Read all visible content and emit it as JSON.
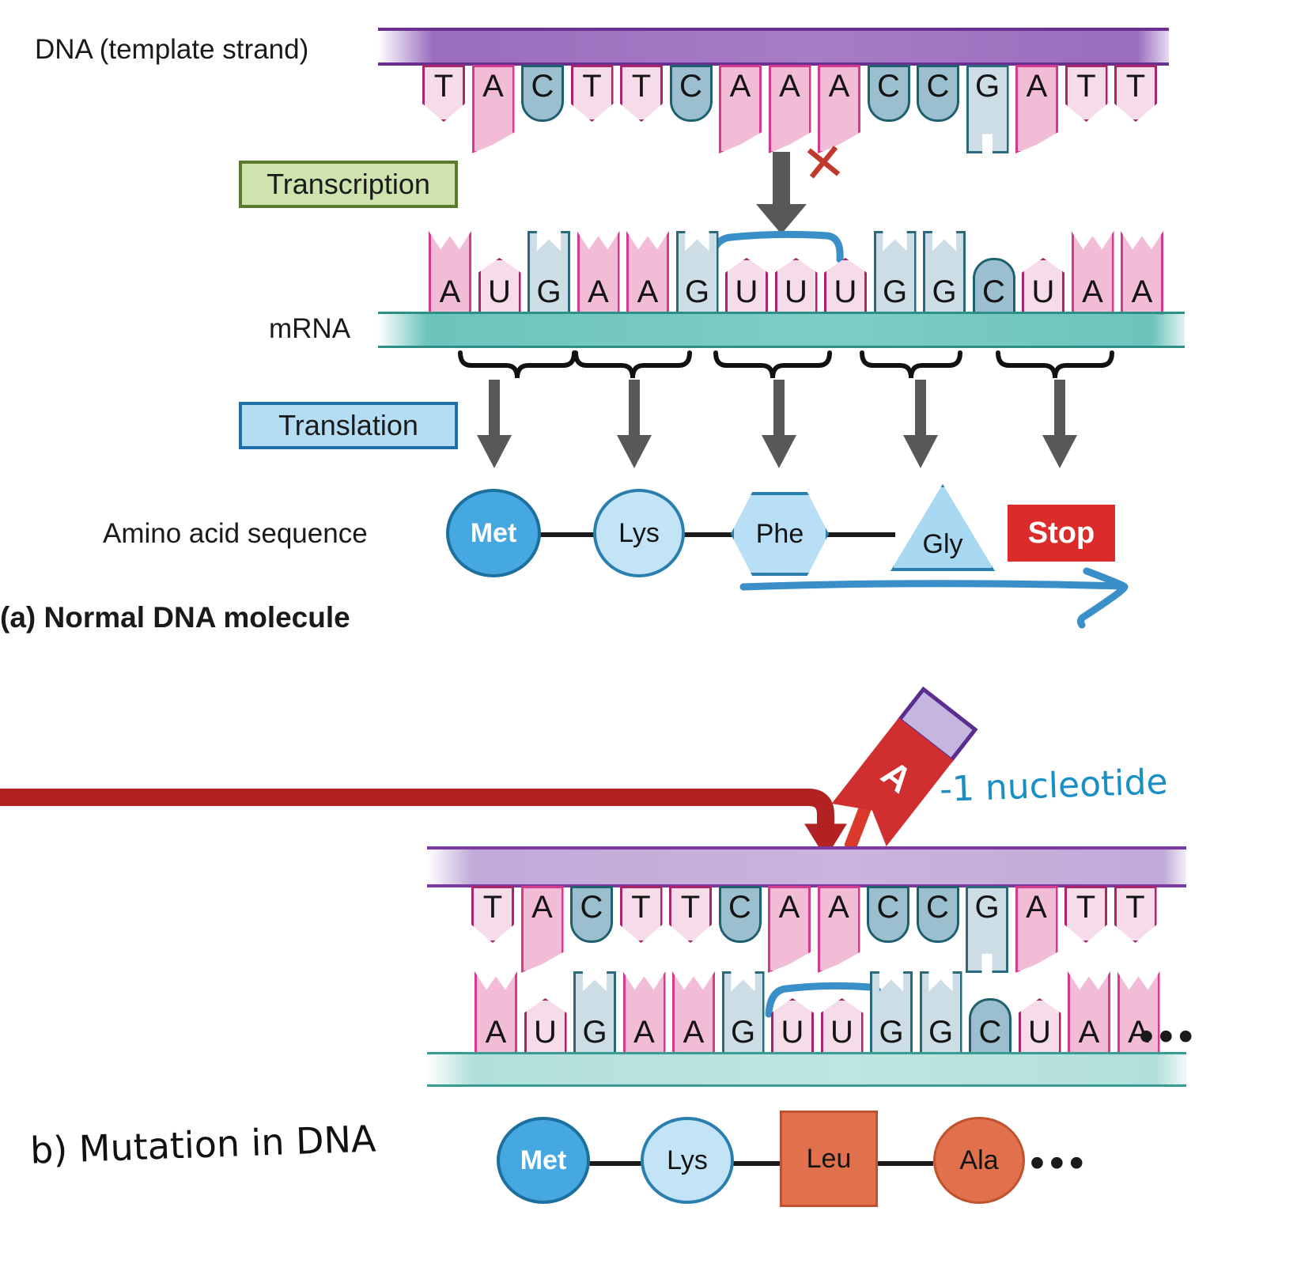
{
  "panel_a": {
    "labels": {
      "dna": "DNA (template strand)",
      "mrna": "mRNA",
      "amino_acid": "Amino acid sequence",
      "caption": "(a) Normal DNA molecule"
    },
    "process": {
      "transcription": "Transcription",
      "translation": "Translation"
    },
    "dna_sequence": [
      "T",
      "A",
      "C",
      "T",
      "T",
      "C",
      "A",
      "A",
      "A",
      "C",
      "C",
      "G",
      "A",
      "T",
      "T"
    ],
    "mrna_sequence": [
      "A",
      "U",
      "G",
      "A",
      "A",
      "G",
      "U",
      "U",
      "U",
      "G",
      "G",
      "C",
      "U",
      "A",
      "A"
    ],
    "codons": [
      "AUG",
      "AAG",
      "UUU",
      "GGC",
      "UAA"
    ],
    "amino_acids": [
      {
        "label": "Met",
        "shape": "circle-dark"
      },
      {
        "label": "Lys",
        "shape": "circle-light"
      },
      {
        "label": "Phe",
        "shape": "hexagon"
      },
      {
        "label": "Gly",
        "shape": "triangle"
      },
      {
        "label": "Stop",
        "shape": "rect-red"
      }
    ]
  },
  "panel_b": {
    "labels": {
      "caption": "b) Mutation in DNA",
      "annotation": "-1 nucleotide"
    },
    "removed_base": "A",
    "dna_sequence": [
      "T",
      "A",
      "C",
      "T",
      "T",
      "C",
      "A",
      "A",
      "C",
      "C",
      "G",
      "A",
      "T",
      "T"
    ],
    "mrna_sequence": [
      "A",
      "U",
      "G",
      "A",
      "A",
      "G",
      "U",
      "U",
      "G",
      "G",
      "C",
      "U",
      "A",
      "A"
    ],
    "mrna_trailing": "•••",
    "amino_acids": [
      {
        "label": "Met",
        "shape": "circle-dark"
      },
      {
        "label": "Lys",
        "shape": "circle-light"
      },
      {
        "label": "Leu",
        "shape": "square-orange"
      },
      {
        "label": "Ala",
        "shape": "circle-orange"
      }
    ],
    "amino_trailing": "•••"
  },
  "annotations": {
    "red_x": "✕",
    "colors": {
      "dna_backbone": "#9a6dbd",
      "dna_backbone_edge": "#6b2f91",
      "rna_backbone": "#6dc4bc",
      "rna_backbone_edge": "#2e8f86",
      "transcription_box": "#cfe3ae",
      "translation_box": "#b4dcf2",
      "met_fill": "#46a8e0",
      "stop_fill": "#dc2b2b",
      "mutant_fill": "#e0714c",
      "hand_blue": "#1b8fc4",
      "hand_red": "#c0392b",
      "mutation_red": "#b22222"
    }
  }
}
